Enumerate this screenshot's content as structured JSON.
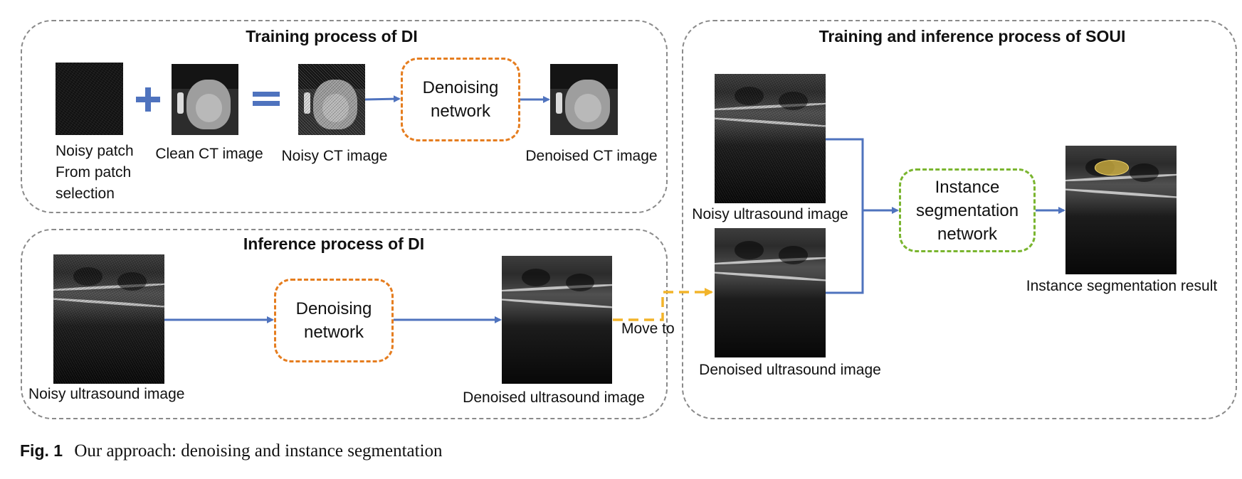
{
  "panels": {
    "training_di": {
      "title": "Training process of DI"
    },
    "inference_di": {
      "title": "Inference process of DI"
    },
    "soui": {
      "title": "Training and inference process of SOUI"
    }
  },
  "labels": {
    "noisy_patch": [
      "Noisy patch",
      "From patch",
      "selection"
    ],
    "clean_ct": "Clean CT image",
    "noisy_ct": "Noisy CT image",
    "denoised_ct": "Denoised CT image",
    "noisy_us_inference": "Noisy ultrasound image",
    "denoised_us_inference": "Denoised ultrasound image",
    "move_to": "Move to",
    "noisy_us_soui": "Noisy ultrasound image",
    "denoised_us_soui": "Denoised ultrasound image",
    "instance_result": "Instance segmentation result"
  },
  "boxes": {
    "denoise_train": [
      "Denoising",
      "network"
    ],
    "denoise_infer": [
      "Denoising",
      "network"
    ],
    "instance_seg": [
      "Instance",
      "segmentation",
      "network"
    ]
  },
  "colors": {
    "arrow": "#4f73be",
    "move_arrow": "#f2b42a",
    "denoise_border": "#e57d1f",
    "seg_border": "#7ab52f",
    "panel_border": "#8a8a8a"
  },
  "caption": {
    "fig": "Fig. 1",
    "text": "Our approach: denoising and instance segmentation"
  }
}
